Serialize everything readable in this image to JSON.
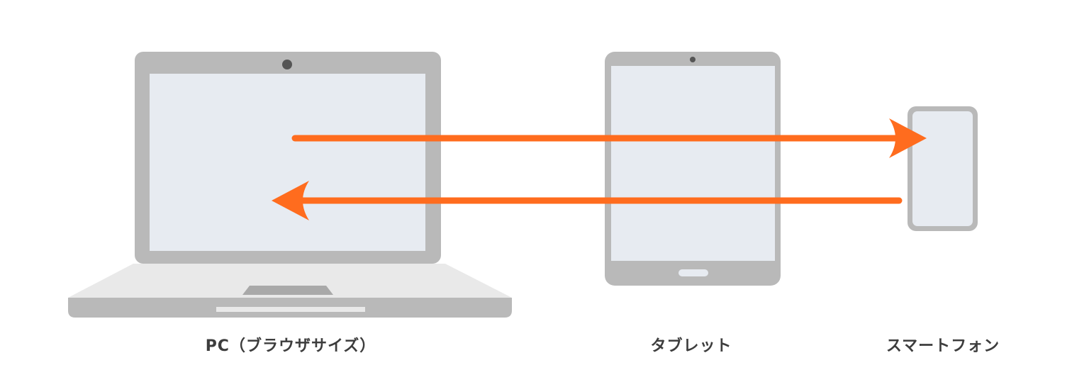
{
  "devices": {
    "pc": {
      "label": "PC（ブラウザサイズ）",
      "icon": "laptop-icon"
    },
    "tablet": {
      "label": "タブレット",
      "icon": "tablet-icon"
    },
    "phone": {
      "label": "スマートフォン",
      "icon": "smartphone-icon"
    }
  },
  "arrows": {
    "forward": {
      "direction": "pc-to-smartphone",
      "icon": "arrow-right-icon"
    },
    "backward": {
      "direction": "smartphone-to-pc",
      "icon": "arrow-left-icon"
    }
  },
  "colors": {
    "device_body": "#b9b9b9",
    "screen": "#e7ebf1",
    "keyboard_deck": "#e9e9e9",
    "camera": "#555555",
    "arrow": "#ff6c1e",
    "label_text": "#3d3d3d"
  }
}
